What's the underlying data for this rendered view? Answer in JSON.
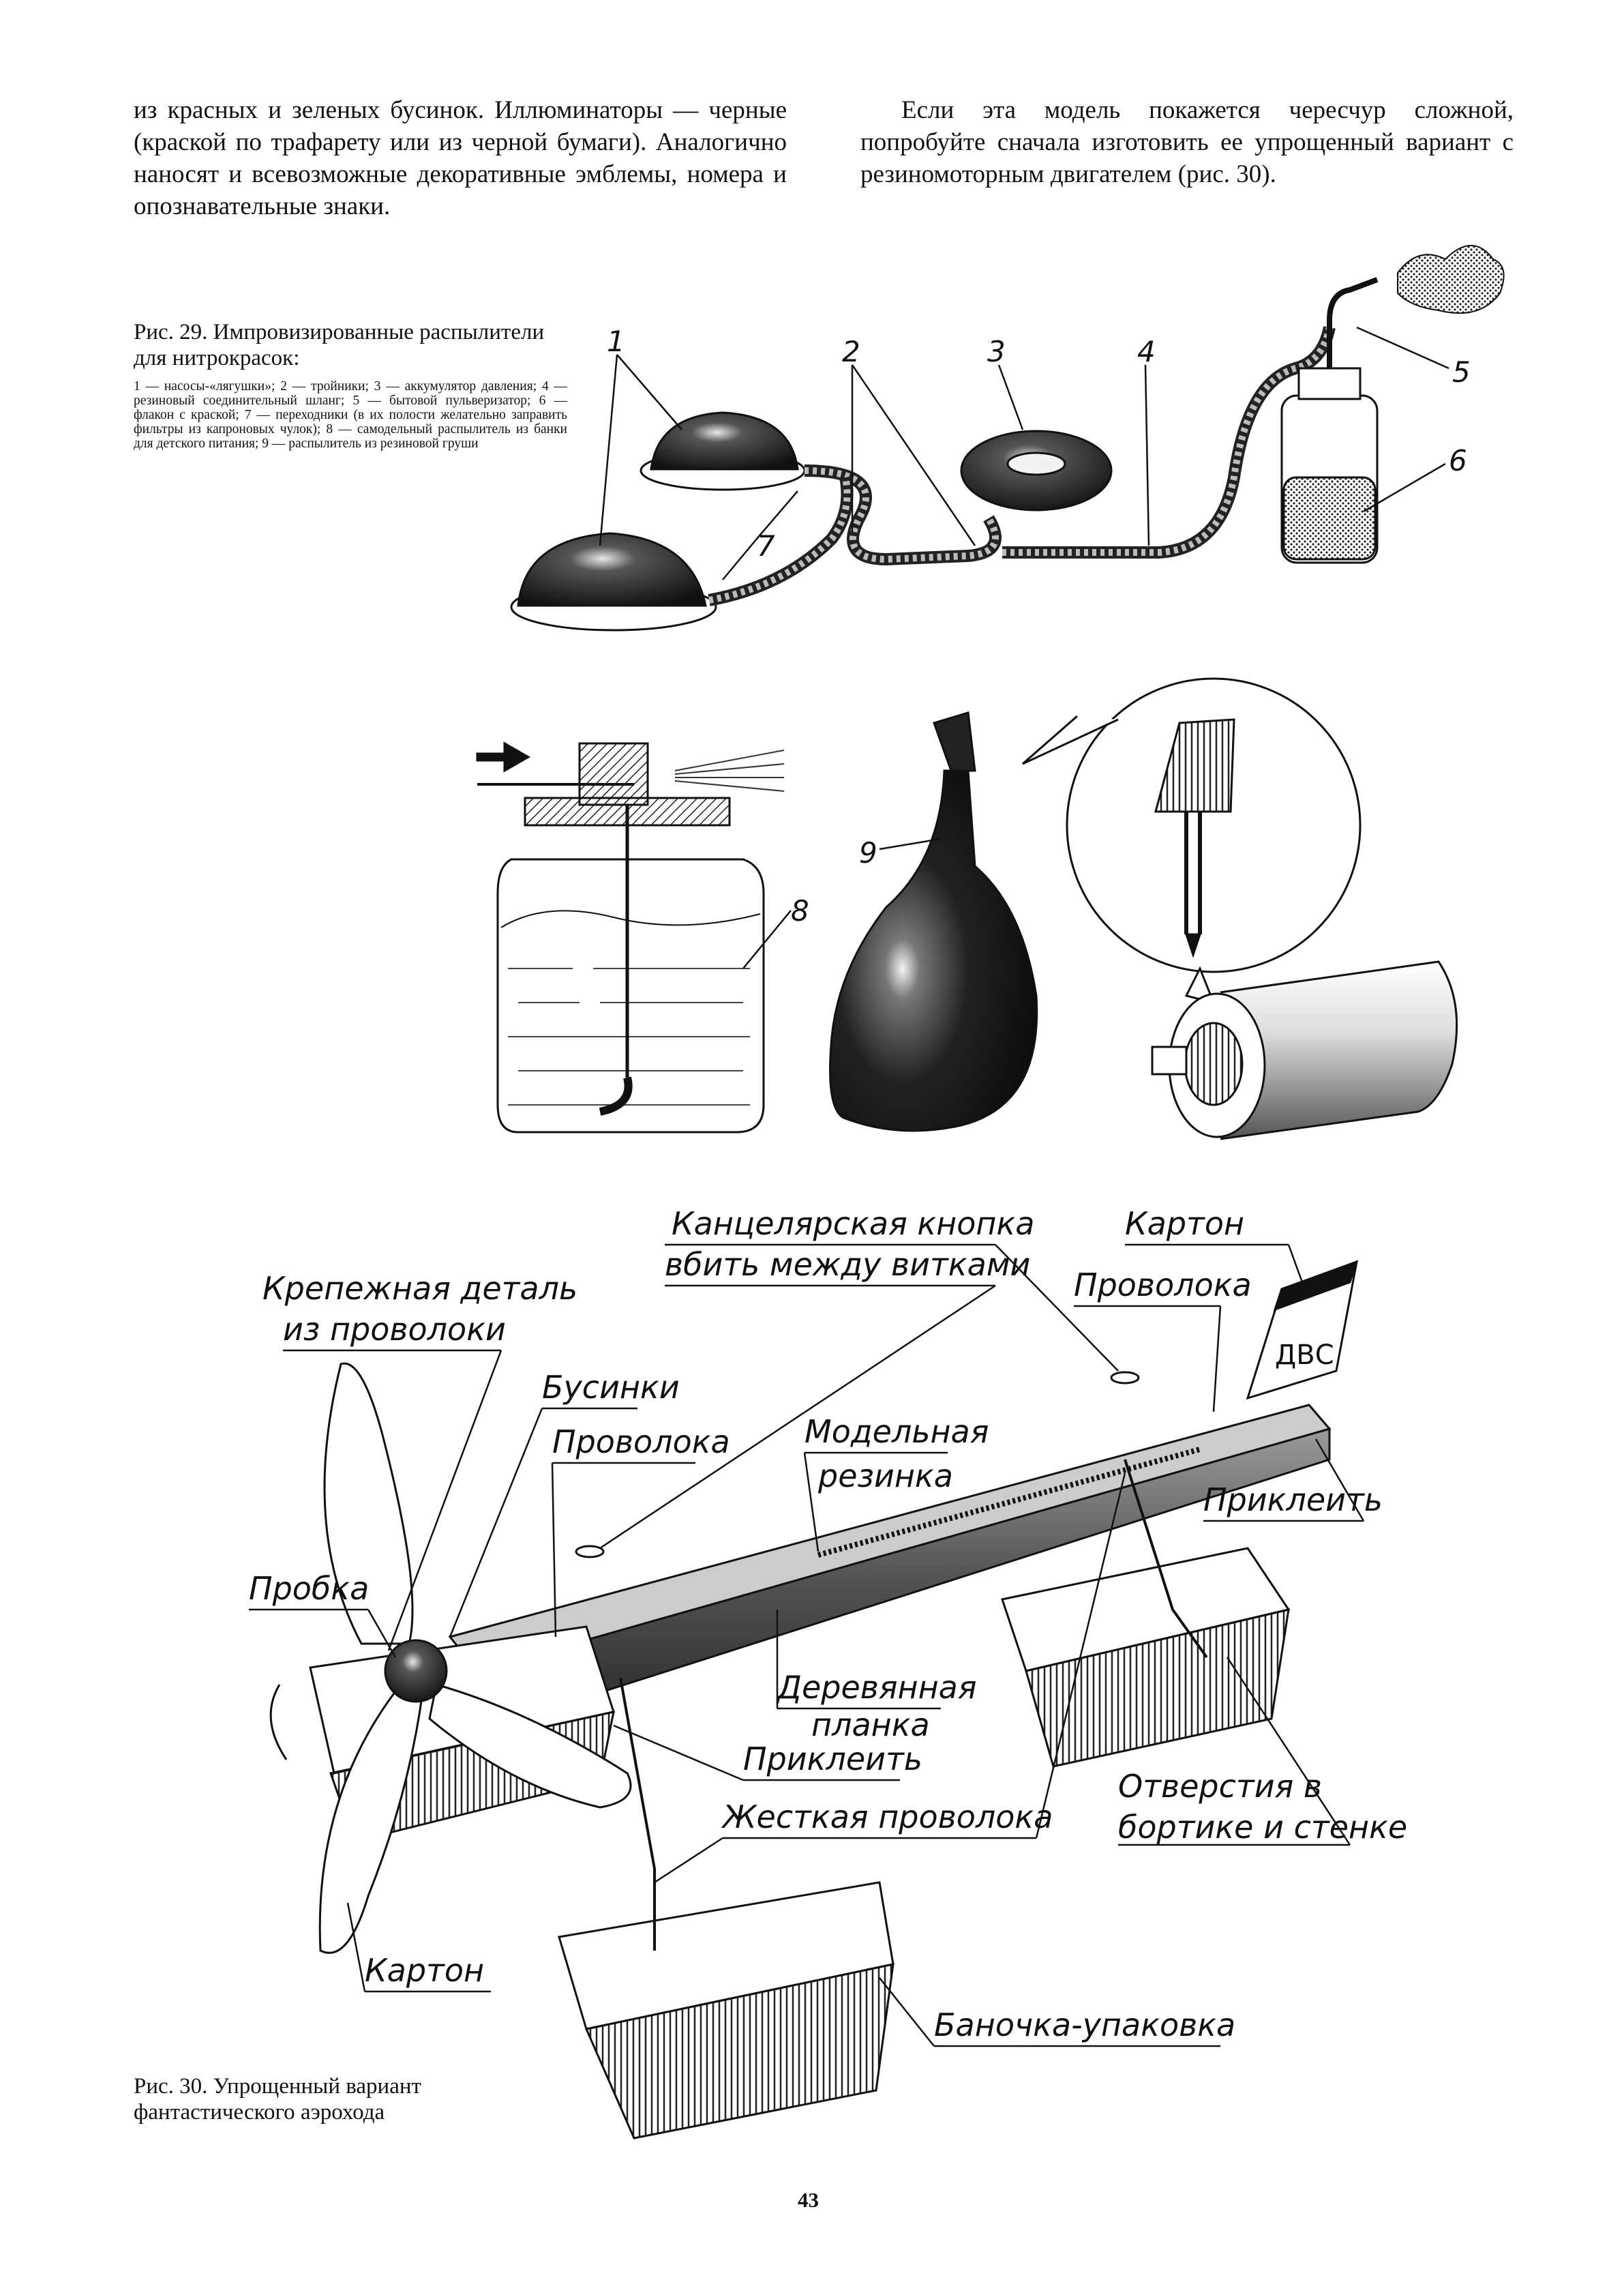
{
  "text": {
    "left_column": "из красных и зеленых бусинок. Иллюминаторы — черные (краской по трафарету или из черной бумаги). Аналогично наносят и всевозможные декоративные эмблемы, номера и опознавательные знаки.",
    "right_column": "Если эта модель покажется чересчур сложной, попробуйте сначала изготовить ее упрощенный вариант с резиномоторным двигателем (рис. 30)."
  },
  "fig29": {
    "caption": "Рис. 29. Импровизированные распылители для нитрокрасок:",
    "legend": "1 — насосы-«лягушки»; 2 — тройники; 3 — аккумулятор давления; 4 — резиновый соединительный шланг; 5 — бытовой пульверизатор; 6 — флакон с краской; 7 — переходники (в их полости желательно заправить фильтры из капроновых чулок); 8 — самодельный распылитель из банки для детского питания; 9 — распылитель из резиновой груши",
    "numbers": [
      "1",
      "2",
      "3",
      "4",
      "5",
      "6",
      "7",
      "8",
      "9"
    ]
  },
  "fig30": {
    "caption": "Рис. 30. Упрощенный вариант фантастического аэрохода",
    "labels": {
      "knopka_1": "Канцелярская кнопка",
      "knopka_2": "вбить между витками",
      "karton_top": "Картон",
      "provoloka_top": "Проволока",
      "krepezh_1": "Крепежная деталь",
      "krepezh_2": "из проволоки",
      "businki": "Бусинки",
      "provoloka_left": "Проволока",
      "rezinka_1": "Модельная",
      "rezinka_2": "резинка",
      "prikleit_right": "Приклеить",
      "probka": "Пробка",
      "planka_1": "Деревянная",
      "planka_2": "планка",
      "prikleit_bottom": "Приклеить",
      "zhestkaya": "Жесткая проволока",
      "otverstiya_1": "Отверстия в",
      "otverstiya_2": "бортике и стенке",
      "karton_bottom": "Картон",
      "banochka": "Баночка-упаковка"
    }
  },
  "page_number": "43"
}
